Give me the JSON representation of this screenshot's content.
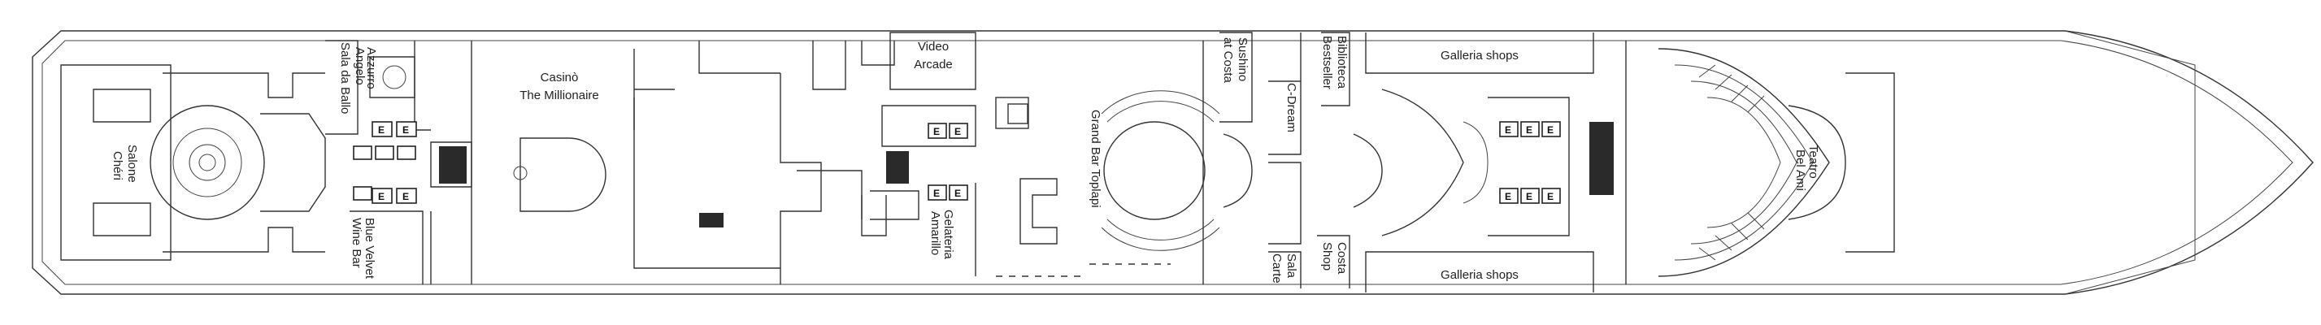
{
  "deck": {
    "labels": {
      "salone_cheri": [
        "Salone",
        "Chéri"
      ],
      "sala_ballo": [
        "Sala da Ballo",
        "Angelo",
        "Azzurro"
      ],
      "blue_velvet": [
        "Blue Velvet",
        "Wine Bar"
      ],
      "casino": [
        "Casinò",
        "The Millionaire"
      ],
      "video_arcade": [
        "Video",
        "Arcade"
      ],
      "gelateria": [
        "Gelateria",
        "Amarillo"
      ],
      "grand_bar": [
        "Grand Bar Toplapi"
      ],
      "sushino": [
        "Sushino",
        "at Costa"
      ],
      "c_dream": [
        "C-Dream"
      ],
      "biblioteca": [
        "Biblioteca",
        "Bestseller"
      ],
      "sala_carte": [
        "Sala",
        "Carte"
      ],
      "costa_shop": [
        "Costa",
        "Shop"
      ],
      "galleria_top": "Galleria shops",
      "galleria_bottom": "Galleria shops",
      "teatro": [
        "Teatro",
        "Bel Ami"
      ]
    },
    "elevator_label": "E",
    "line_color": "#333333"
  }
}
